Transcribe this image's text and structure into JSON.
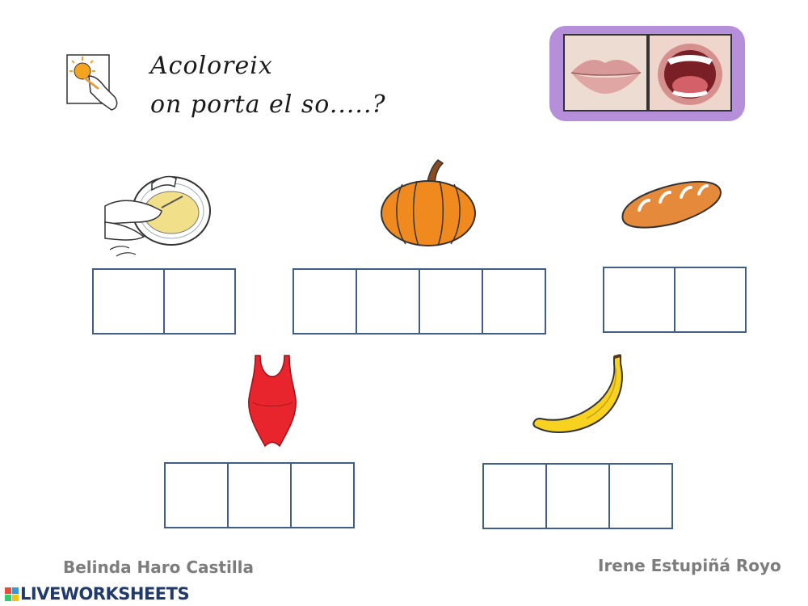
{
  "instruction": {
    "line1": "Acoloreix",
    "line2": "on porta el so.....?"
  },
  "icons": {
    "color_icon": "coloring-hand-icon",
    "mouth_closed": "closed-lips-icon",
    "mouth_open": "open-mouth-icon"
  },
  "items": [
    {
      "name": "puree-plate",
      "cells": 2
    },
    {
      "name": "pumpkin",
      "cells": 4
    },
    {
      "name": "bread",
      "cells": 2
    },
    {
      "name": "swimsuit",
      "cells": 3
    },
    {
      "name": "banana",
      "cells": 3
    }
  ],
  "credits": {
    "left": "Belinda Haro Castilla",
    "right": "Irene Estupiñá Royo"
  },
  "brand": {
    "name": "LIVEWORKSHEETS"
  },
  "colors": {
    "box_border": "#3f5f86",
    "mouth_frame": "#b58fd9",
    "pumpkin": "#f18a1e",
    "swimsuit": "#e8242d",
    "banana": "#f7d21f"
  }
}
